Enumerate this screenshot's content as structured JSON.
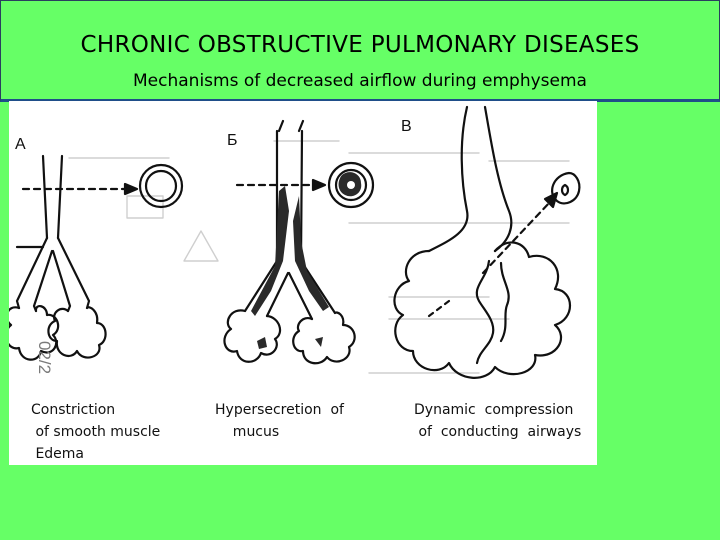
{
  "header": {
    "title": "CHRONIC  OBSTRUCTIVE  PULMONARY  DISEASES",
    "subtitle": "Mechanisms  of decreased  airflow  during  emphysema"
  },
  "figure": {
    "panels": [
      {
        "letter": "A",
        "caption_lines": [
          "Constriction",
          " of smooth muscle",
          " Edema"
        ]
      },
      {
        "letter": "Б",
        "caption_lines": [
          "Hypersecretion  of",
          "    mucus"
        ]
      },
      {
        "letter": "В",
        "caption_lines": [
          "Dynamic  compression",
          " of  conducting  airways"
        ]
      }
    ],
    "watermark": "02/2"
  },
  "colors": {
    "background": "#66ff66",
    "header_rule": "#1f4e89",
    "ink": "#111111",
    "mucus": "#2a2a2a"
  }
}
